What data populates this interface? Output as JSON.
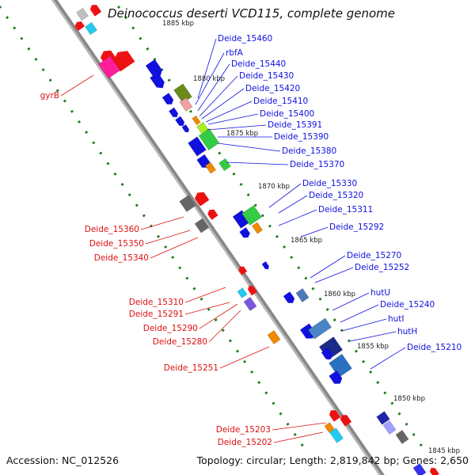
{
  "title": "Deinococcus deserti VCD115, complete genome",
  "accession": "Accession: NC_012526",
  "topology": "Topology: circular; Length: 2,819,842 bp; Genes: 2,650",
  "colors": {
    "forward_label": "#1010e0",
    "reverse_label": "#dd1010",
    "backbone": "#8a8a8a",
    "tick": "#1a7a1a"
  },
  "scale_ticks": [
    "1885 kbp",
    "1880 kbp",
    "1875 kbp",
    "1870 kbp",
    "1865 kbp",
    "1860 kbp",
    "1855 kbp",
    "1850 kbp",
    "1845 kbp"
  ],
  "forward_labels": [
    "Deide_15460",
    "rbfA",
    "Deide_15440",
    "Deide_15430",
    "Deide_15420",
    "Deide_15410",
    "Deide_15400",
    "Deide_15391",
    "Deide_15390",
    "Deide_15380",
    "Deide_15370",
    "Deide_15330",
    "Deide_15320",
    "Deide_15311",
    "Deide_15292",
    "Deide_15270",
    "Deide_15252",
    "hutU",
    "Deide_15240",
    "hutI",
    "hutH",
    "Deide_15210"
  ],
  "reverse_labels": [
    "gyrB",
    "Deide_15360",
    "Deide_15350",
    "Deide_15340",
    "Deide_15310",
    "Deide_15291",
    "Deide_15290",
    "Deide_15280",
    "Deide_15251",
    "Deide_15203",
    "Deide_15202"
  ]
}
